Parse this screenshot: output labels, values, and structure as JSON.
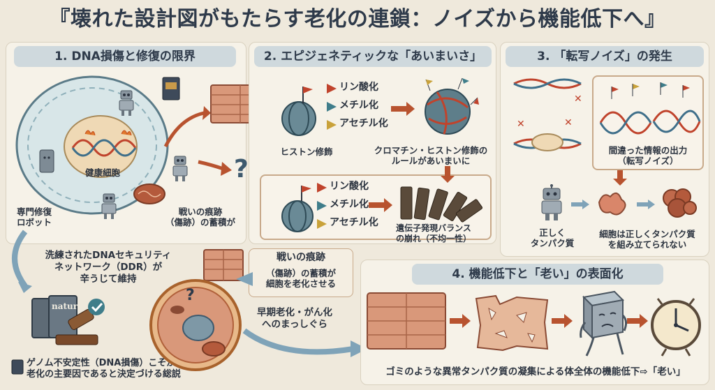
{
  "title": "『壊れた設計図がもたらす老化の連鎖：ノイズから機能低下へ』",
  "panel1": {
    "heading": "1. DNA損傷と修復の限界",
    "healthy_cell": "健康細胞",
    "repair_robot": "専門修復\nロボット",
    "scars": "戦いの痕跡\n（傷跡）の蓄積が",
    "ddr": "洗練されたDNAセキュリティ\nネットワーク（DDR）が\n辛うじて維持",
    "review": "ゲノム不安定性（DNA損傷）こそが\n老化の主要因であると決定づける総説",
    "journal_mark": "natur"
  },
  "panel2": {
    "heading": "2. エピジェネティックな「あいまいさ」",
    "flags": [
      "リン酸化",
      "メチル化",
      "アセチル化"
    ],
    "flag_colors": [
      "#c0432c",
      "#3f7d8a",
      "#c9a23a"
    ],
    "histone": "ヒストン修飾",
    "chromatin": "クロマチン・ヒストン修飾の\nルールがあいまいに",
    "imbalance": "遺伝子発現バランス\nの崩れ（不均一性）"
  },
  "panel3": {
    "heading": "3. 「転写ノイズ」の発生",
    "wrong_info": "間違った情報の出力\n（転写ノイズ）",
    "correct_protein": "正しく\nタンパク質",
    "cannot_assemble": "細胞は正しくタンパク質\nを組み立てられない"
  },
  "middle": {
    "scars_title": "戦いの痕跡",
    "scars_text": "（傷跡）の蓄積が\n細胞を老化させる",
    "early_aging": "早期老化・がん化\nへのまっしぐら"
  },
  "panel4": {
    "heading": "4. 機能低下と「老い」の表面化",
    "caption": "ゴミのような異常タンパク質の凝集による体全体の機能低下⇨「老い」"
  },
  "colors": {
    "arrow": "#b8532f",
    "arrow_blue": "#7fa3b8",
    "dna_red": "#c0432c",
    "dna_blue": "#3f6f8a",
    "cell_bg": "#d8e6e8",
    "tissue": "#d9987a"
  }
}
